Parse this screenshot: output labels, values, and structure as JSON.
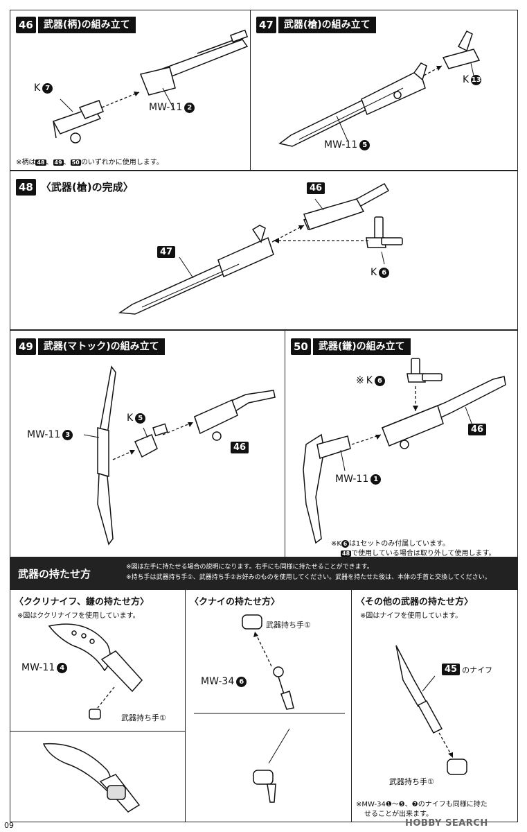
{
  "steps": {
    "s46": {
      "num": "46",
      "title": "武器(柄)の組み立て",
      "part_a": {
        "code": "K",
        "num": "7"
      },
      "part_b": {
        "code": "MW-11",
        "num": "2"
      },
      "note_prefix": "※柄は",
      "note_refs": [
        "48",
        "49",
        "50"
      ],
      "note_suffix": "のいずれかに使用します。"
    },
    "s47": {
      "num": "47",
      "title": "武器(槍)の組み立て",
      "part_a": {
        "code": "K",
        "num": "13"
      },
      "part_b": {
        "code": "MW-11",
        "num": "5"
      }
    },
    "s48": {
      "num": "48",
      "title": "〈武器(槍)の完成〉",
      "ref_a": "46",
      "ref_b": "47",
      "part_a": {
        "code": "K",
        "num": "6"
      }
    },
    "s49": {
      "num": "49",
      "title": "武器(マトック)の組み立て",
      "part_a": {
        "code": "K",
        "num": "5"
      },
      "part_b": {
        "code": "MW-11",
        "num": "3"
      },
      "ref_a": "46"
    },
    "s50": {
      "num": "50",
      "title": "武器(鎌)の組み立て",
      "part_a": {
        "prefix": "※",
        "code": "K",
        "num": "6"
      },
      "part_b": {
        "code": "MW-11",
        "num": "1"
      },
      "ref_a": "46",
      "note_line1_prefix": "※K",
      "note_line1_num": "6",
      "note_line1_suffix": "は1セットのみ付属しています。",
      "note_line2_ref": "48",
      "note_line2_suffix": "で使用している場合は取り外して使用します。"
    }
  },
  "holding": {
    "banner_title": "武器の持たせ方",
    "banner_note1": "※図は左手に持たせる場合の説明になります。右手にも同様に持たせることができます。",
    "banner_note2": "※持ち手は武器持ち手①、武器持ち手②お好みのものを使用してください。武器を持たせた後は、本体の手首と交換してください。",
    "col1": {
      "title": "〈ククリナイフ、鎌の持たせ方〉",
      "note": "※図はククリナイフを使用しています。",
      "part": {
        "code": "MW-11",
        "num": "4"
      },
      "hand": "武器持ち手①"
    },
    "col2": {
      "title": "〈クナイの持たせ方〉",
      "part": {
        "code": "MW-34",
        "num": "6"
      },
      "hand": "武器持ち手①"
    },
    "col3": {
      "title": "〈その他の武器の持たせ方〉",
      "note": "※図はナイフを使用しています。",
      "ref": "45",
      "ref_suffix": "のナイフ",
      "hand": "武器持ち手①",
      "bottom_note1": "※MW-34❶〜❺、❼のナイフも同様に持た",
      "bottom_note2": "せることが出来ます。"
    }
  },
  "footer": {
    "page": "09",
    "watermark": "HOBBY SEARCH"
  }
}
